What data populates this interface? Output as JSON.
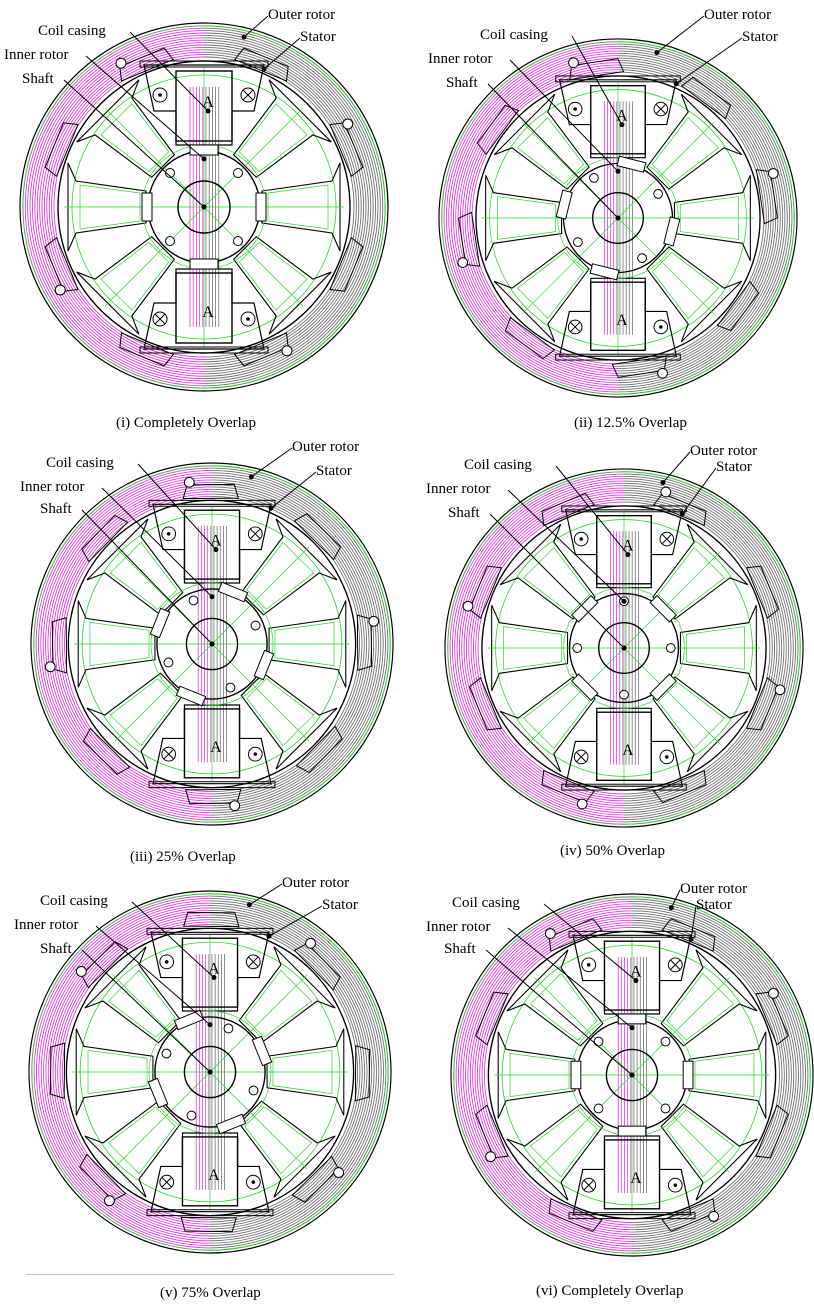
{
  "figure": {
    "panels": [
      {
        "caption": "(i) Completely Overlap",
        "labels": {
          "outer_rotor": "Outer rotor",
          "stator": "Stator",
          "coil_casing": "Coil casing",
          "inner_rotor": "Inner rotor",
          "shaft": "Shaft"
        },
        "phase_label": "A",
        "overlap_percent": 100
      },
      {
        "caption": "(ii) 12.5% Overlap",
        "labels": {
          "outer_rotor": "Outer rotor",
          "stator": "Stator",
          "coil_casing": "Coil casing",
          "inner_rotor": "Inner rotor",
          "shaft": "Shaft"
        },
        "phase_label": "A",
        "overlap_percent": 12.5
      },
      {
        "caption": "(iii) 25% Overlap",
        "labels": {
          "outer_rotor": "Outer rotor",
          "stator": "Stator",
          "coil_casing": "Coil casing",
          "inner_rotor": "Inner rotor",
          "shaft": "Shaft"
        },
        "phase_label": "A",
        "overlap_percent": 25
      },
      {
        "caption": "(iv) 50% Overlap",
        "labels": {
          "outer_rotor": "Outer rotor",
          "stator": "Stator",
          "coil_casing": "Coil casing",
          "inner_rotor": "Inner rotor",
          "shaft": "Shaft"
        },
        "phase_label": "A",
        "overlap_percent": 50
      },
      {
        "caption": "(v) 75% Overlap",
        "labels": {
          "outer_rotor": "Outer rotor",
          "stator": "Stator",
          "coil_casing": "Coil casing",
          "inner_rotor": "Inner rotor",
          "shaft": "Shaft"
        },
        "phase_label": "A",
        "overlap_percent": 75
      },
      {
        "caption": "(vi) Completely Overlap",
        "labels": {
          "outer_rotor": "Outer rotor",
          "stator": "Stator",
          "coil_casing": "Coil casing",
          "inner_rotor": "Inner rotor",
          "shaft": "Shaft"
        },
        "phase_label": "A",
        "overlap_percent": 100
      }
    ],
    "colors": {
      "flux_left": "#e040e0",
      "flux_right": "#707070",
      "mesh_green": "#22dd22",
      "outline": "#000000"
    }
  }
}
